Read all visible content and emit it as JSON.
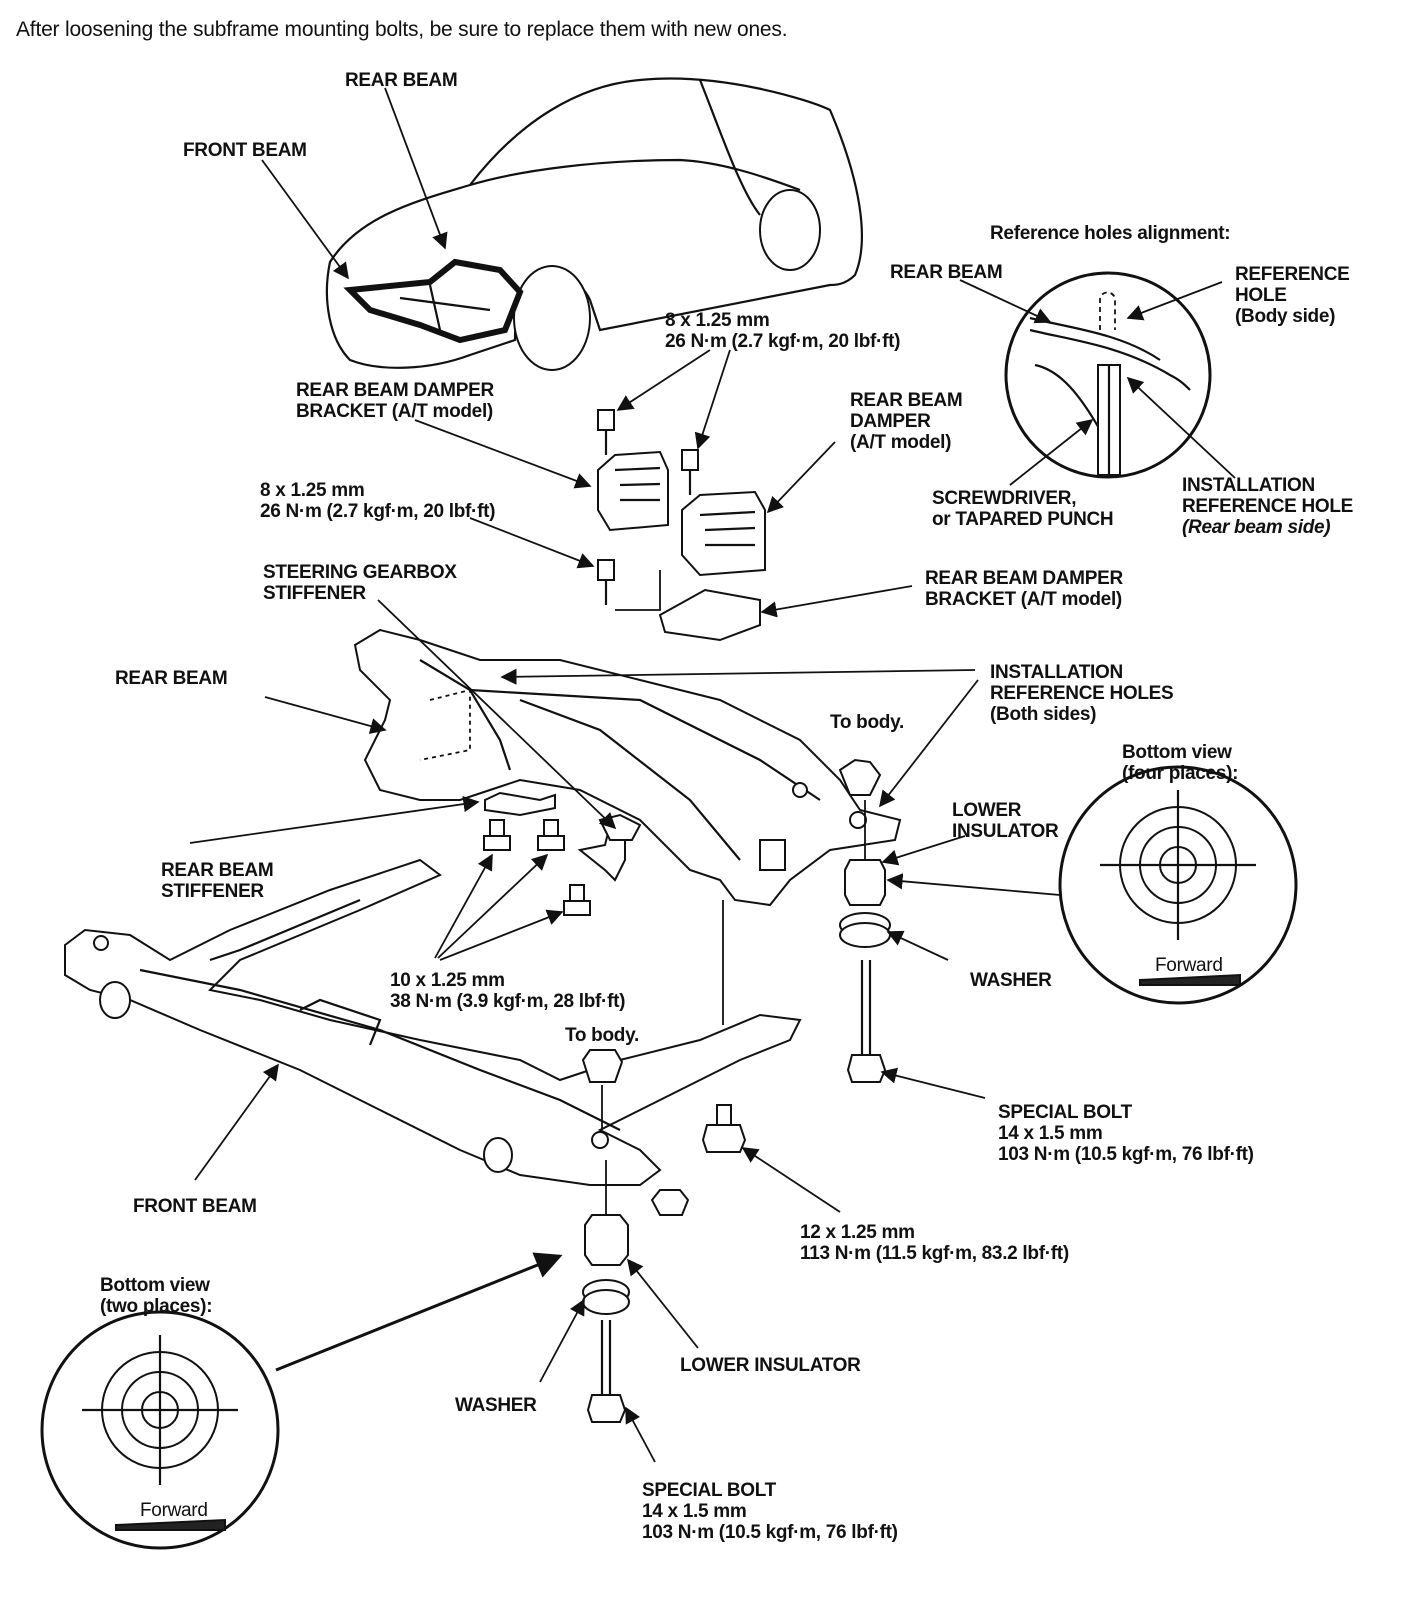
{
  "note": "After loosening the subframe mounting bolts, be sure to replace them with new ones.",
  "labels": {
    "top_rear_beam": "REAR BEAM",
    "top_front_beam": "FRONT BEAM",
    "ref_title": "Reference holes alignment:",
    "ref_rear_beam": "REAR BEAM",
    "ref_hole": [
      "REFERENCE",
      "HOLE",
      "(Body side)"
    ],
    "install_ref_hole": [
      "INSTALLATION",
      "REFERENCE HOLE",
      "(Rear beam side)"
    ],
    "screwdriver": [
      "SCREWDRIVER,",
      "or TAPARED PUNCH"
    ],
    "bolt_damper_top": [
      "8 x 1.25 mm",
      "26 N·m (2.7 kgf·m, 20 lbf·ft)"
    ],
    "bolt_damper_left": [
      "8 x 1.25 mm",
      "26 N·m (2.7 kgf·m, 20 lbf·ft)"
    ],
    "damper_bracket_upper": [
      "REAR BEAM DAMPER",
      "BRACKET (A/T model)"
    ],
    "damper": [
      "REAR BEAM",
      "DAMPER",
      "(A/T model)"
    ],
    "damper_bracket_lower": [
      "REAR BEAM DAMPER",
      "BRACKET (A/T model)"
    ],
    "steering_stiffener": [
      "STEERING GEARBOX",
      "STIFFENER"
    ],
    "rear_beam_main": "REAR BEAM",
    "install_ref_holes": [
      "INSTALLATION",
      "REFERENCE HOLES",
      "(Both sides)"
    ],
    "to_body_right": "To body.",
    "bottom_view_four": [
      "Bottom view",
      "(four places):"
    ],
    "lower_insulator_right": [
      "LOWER",
      "INSULATOR"
    ],
    "washer_right": "WASHER",
    "forward_right": "Forward",
    "rear_beam_stiffener": [
      "REAR BEAM",
      "STIFFENER"
    ],
    "bolt_10": [
      "10 x 1.25 mm",
      "38 N·m (3.9 kgf·m, 28 lbf·ft)"
    ],
    "to_body_center": "To body.",
    "special_bolt_right": [
      "SPECIAL BOLT",
      "14 x 1.5 mm",
      "103 N·m (10.5 kgf·m, 76 lbf·ft)"
    ],
    "front_beam_main": "FRONT BEAM",
    "bolt_12": [
      "12 x 1.25 mm",
      "113 N·m (11.5 kgf·m, 83.2 lbf·ft)"
    ],
    "bottom_view_two": [
      "Bottom view",
      "(two places):"
    ],
    "lower_insulator_bottom": "LOWER INSULATOR",
    "washer_bottom": "WASHER",
    "special_bolt_bottom": [
      "SPECIAL BOLT",
      "14 x 1.5 mm",
      "103 N·m (10.5 kgf·m, 76 lbf·ft)"
    ],
    "forward_left": "Forward"
  }
}
